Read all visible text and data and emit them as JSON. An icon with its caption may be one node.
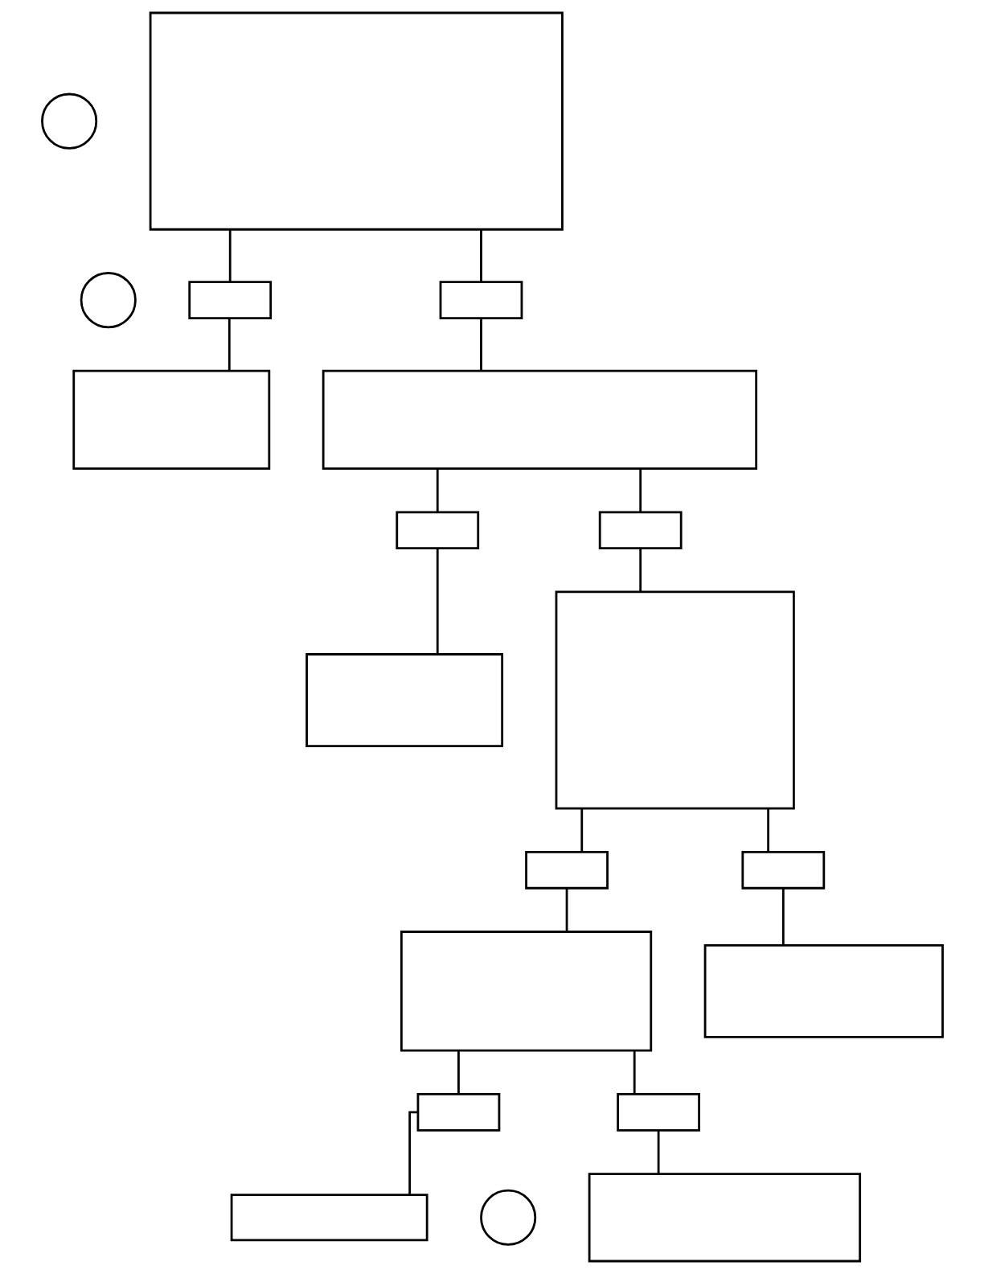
{
  "diagram": {
    "nodes": [
      {
        "text": [],
        "shape": "box"
      },
      {
        "text": [],
        "shape": "circle"
      },
      {
        "text": [],
        "shape": "circle"
      },
      {
        "text": [],
        "shape": "box"
      },
      {
        "text": [],
        "shape": "box"
      },
      {
        "text": [],
        "shape": "box"
      },
      {
        "text": [],
        "shape": "box"
      },
      {
        "text": [],
        "shape": "box"
      },
      {
        "text": [],
        "shape": "box"
      },
      {
        "text": [],
        "shape": "box"
      },
      {
        "text": [],
        "shape": "box"
      },
      {
        "text": [],
        "shape": "box"
      },
      {
        "text": [],
        "shape": "box"
      },
      {
        "text": [],
        "shape": "box"
      },
      {
        "text": [],
        "shape": "box"
      },
      {
        "text": [],
        "shape": "box"
      },
      {
        "text": [],
        "shape": "box"
      },
      {
        "text": [],
        "shape": "box"
      },
      {
        "text": [],
        "shape": "circle"
      },
      {
        "text": [],
        "shape": "box"
      }
    ],
    "edges": [
      {
        "from": 0,
        "to": 3,
        "arrow": "none"
      },
      {
        "from": 0,
        "to": 5,
        "arrow": "none"
      },
      {
        "from": 3,
        "to": 4,
        "arrow": "none"
      },
      {
        "from": 5,
        "to": 6,
        "arrow": "none"
      },
      {
        "from": 6,
        "to": 7,
        "arrow": "none"
      },
      {
        "from": 6,
        "to": 9,
        "arrow": "none"
      },
      {
        "from": 7,
        "to": 8,
        "arrow": "none"
      },
      {
        "from": 9,
        "to": 10,
        "arrow": "none"
      },
      {
        "from": 10,
        "to": 11,
        "arrow": "none"
      },
      {
        "from": 10,
        "to": 13,
        "arrow": "none"
      },
      {
        "from": 11,
        "to": 12,
        "arrow": "none"
      },
      {
        "from": 13,
        "to": 14,
        "arrow": "none"
      },
      {
        "from": 12,
        "to": 15,
        "arrow": "none"
      },
      {
        "from": 12,
        "to": 17,
        "arrow": "none"
      },
      {
        "from": 15,
        "to": 16,
        "arrow": "none"
      },
      {
        "from": 17,
        "to": 19,
        "arrow": "none"
      }
    ]
  }
}
